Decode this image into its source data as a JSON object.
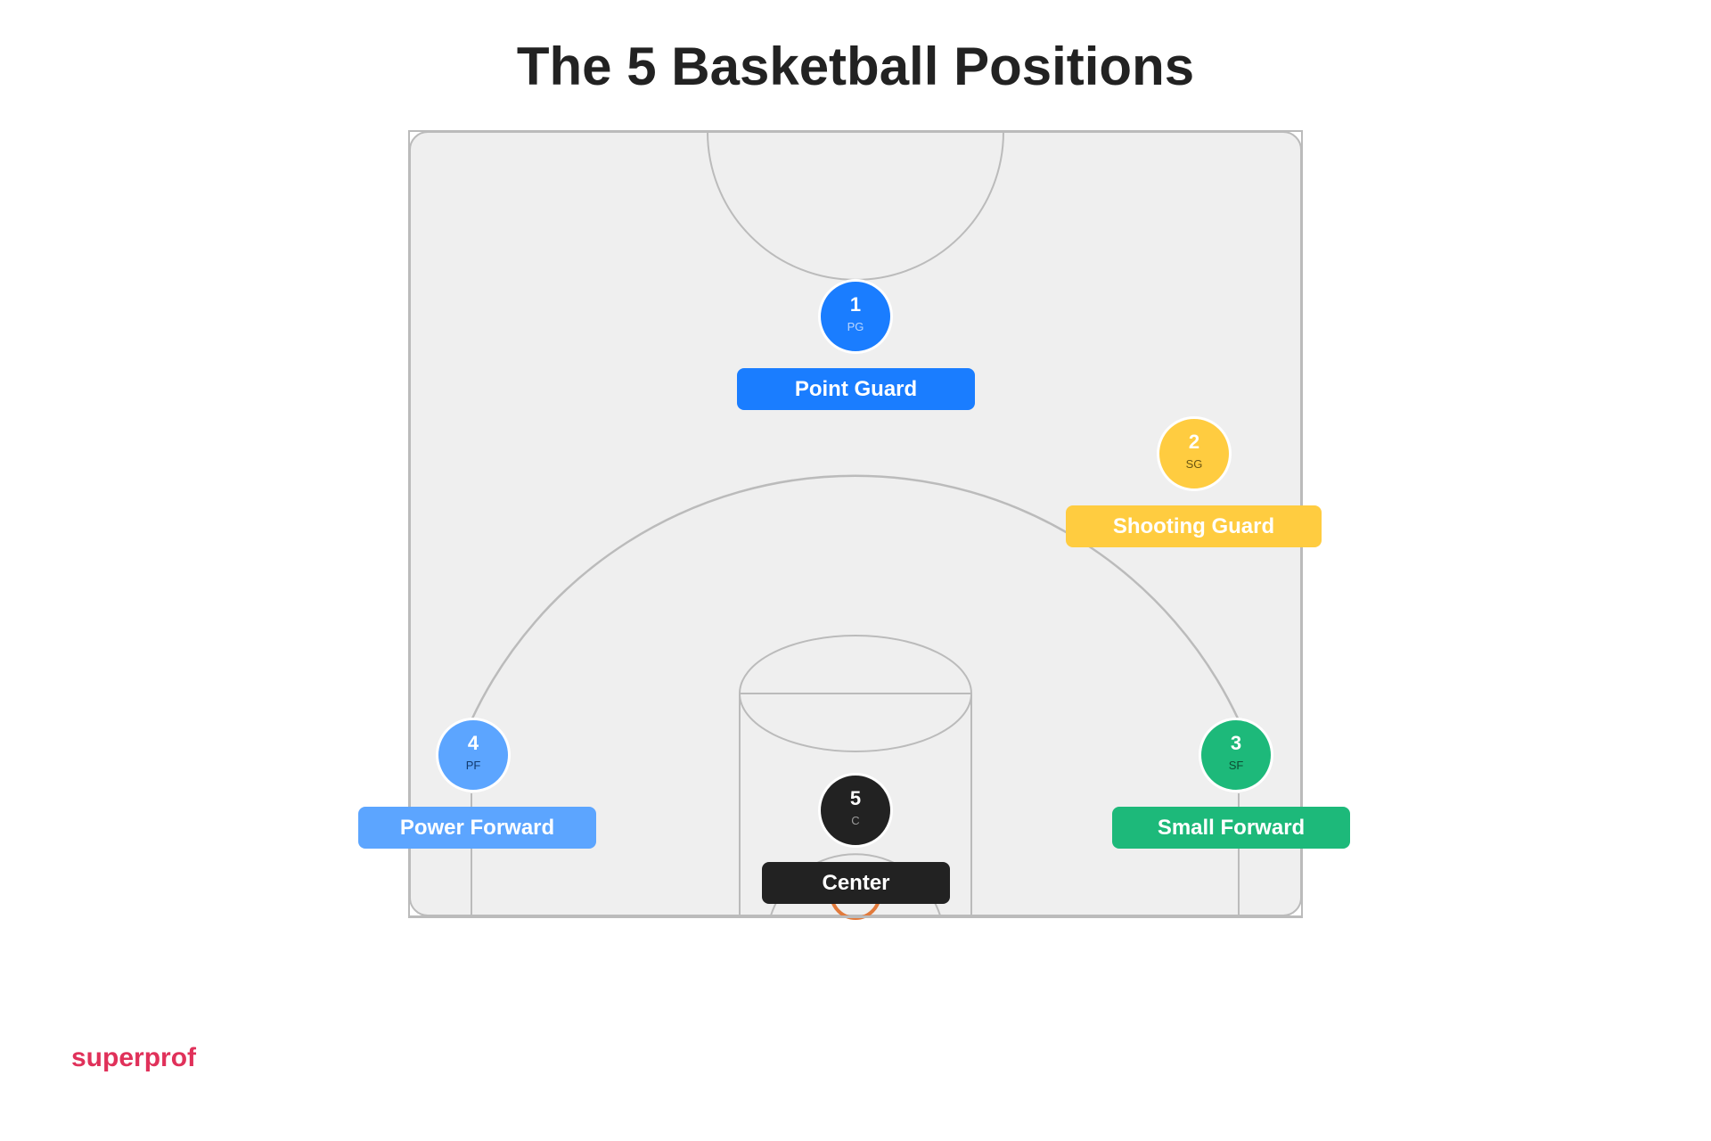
{
  "title": "The 5 Basketball Positions",
  "logo": "superprof",
  "colors": {
    "court": "#efefef",
    "lines": "#bbbbbb",
    "hoop": "#e27a3b"
  },
  "positions": [
    {
      "number": "1",
      "abbr": "PG",
      "name": "Point Guard",
      "color": "#1a7dff",
      "abbr_color": "#b9d6ff"
    },
    {
      "number": "2",
      "abbr": "SG",
      "name": "Shooting Guard",
      "color": "#ffcc40",
      "abbr_color": "#6b5512"
    },
    {
      "number": "3",
      "abbr": "SF",
      "name": "Small Forward",
      "color": "#1db97a",
      "abbr_color": "#0d4d33"
    },
    {
      "number": "4",
      "abbr": "PF",
      "name": "Power Forward",
      "color": "#5ca5ff",
      "abbr_color": "#123a6e"
    },
    {
      "number": "5",
      "abbr": "C",
      "name": "Center",
      "color": "#222222",
      "abbr_color": "#9a9a9a"
    }
  ]
}
